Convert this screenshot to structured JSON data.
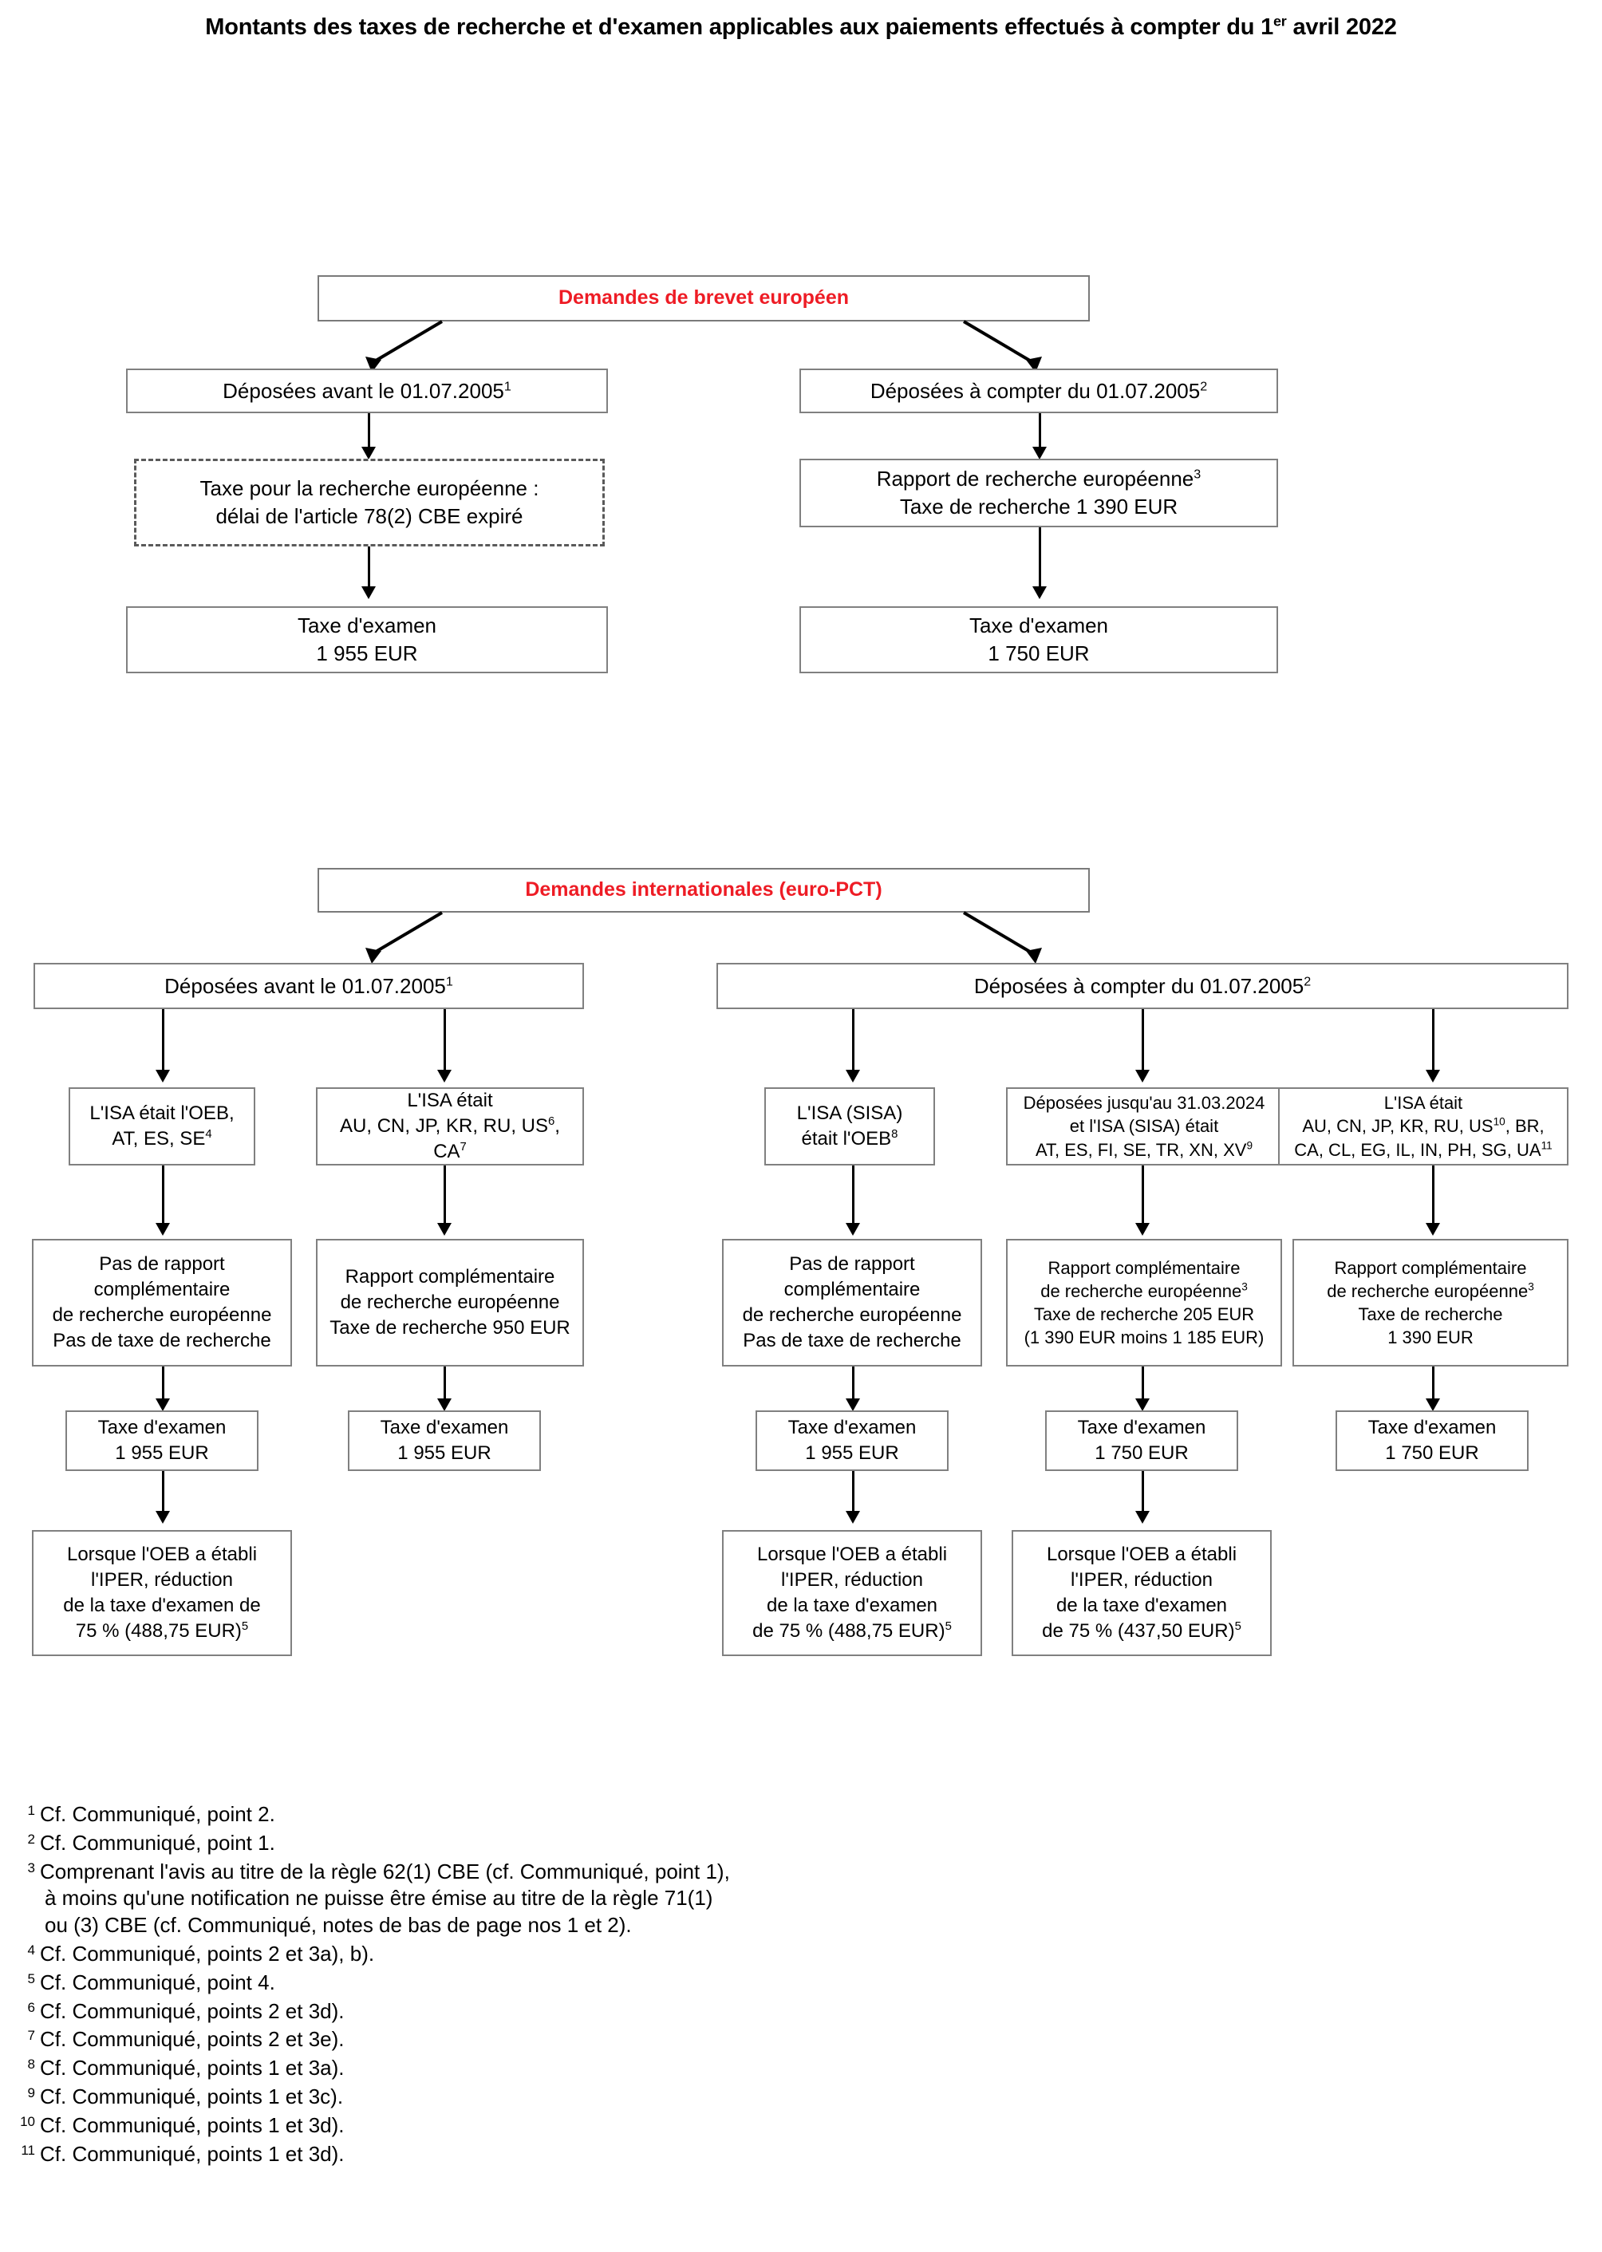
{
  "title": "Montants des taxes de recherche et d'examen applicables aux paiements effectués à compter du 1er avril 2022",
  "colors": {
    "header_red": "#ee1c25",
    "box_border": "#808080",
    "arrow": "#000000"
  },
  "section_ep": {
    "header": "Demandes de brevet européen",
    "left": {
      "filing": "Déposées avant le 01.07.2005",
      "filing_note": "1",
      "search": "Taxe pour la recherche européenne :\ndélai de l'article 78(2) CBE expiré",
      "search_line1": "Taxe pour la recherche européenne :",
      "search_line2": "délai de l'article 78(2) CBE expiré",
      "exam_line1": "Taxe d'examen",
      "exam_line2": "1 955 EUR"
    },
    "right": {
      "filing": "Déposées à compter du 01.07.2005",
      "filing_note": "2",
      "search_line1": "Rapport de recherche européenne",
      "search_note": "3",
      "search_line2": "Taxe de recherche 1 390 EUR",
      "exam_line1": "Taxe d'examen",
      "exam_line2": "1 750 EUR"
    }
  },
  "section_pct": {
    "header": "Demandes internationales (euro-PCT)",
    "left": {
      "filing": "Déposées avant le 01.07.2005",
      "filing_note": "1",
      "branches": [
        {
          "isa_line1": "L'ISA était l'OEB,",
          "isa_line2": "AT, ES, SE",
          "isa_note": "4",
          "report_lines": [
            "Pas de rapport",
            "complémentaire",
            "de recherche européenne",
            "Pas de taxe de recherche"
          ],
          "exam_line1": "Taxe d'examen",
          "exam_line2": "1 955 EUR",
          "iper_lines": [
            "Lorsque l'OEB a établi",
            "l'IPER, réduction",
            "de la taxe d'examen de",
            "75 % (488,75 EUR)"
          ],
          "iper_note": "5"
        },
        {
          "isa_line1": "L'ISA était",
          "isa_line2": "AU, CN, JP, KR, RU, US",
          "isa_note": "6",
          "isa_line2_tail": ",",
          "isa_line3": "CA",
          "isa_note3": "7",
          "report_lines": [
            "Rapport complémentaire",
            "de recherche européenne",
            "Taxe de recherche 950 EUR"
          ],
          "exam_line1": "Taxe d'examen",
          "exam_line2": "1 955 EUR",
          "iper_lines": [],
          "iper_note": ""
        }
      ]
    },
    "right": {
      "filing": "Déposées à compter du 01.07.2005",
      "filing_note": "2",
      "branches": [
        {
          "isa_line1": "L'ISA (SISA)",
          "isa_line2": "était l'OEB",
          "isa_note": "8",
          "report_lines": [
            "Pas de rapport",
            "complémentaire",
            "de recherche européenne",
            "Pas de taxe de recherche"
          ],
          "exam_line1": "Taxe d'examen",
          "exam_line2": "1 955 EUR",
          "iper_lines": [
            "Lorsque l'OEB a établi",
            "l'IPER, réduction",
            "de la taxe d'examen",
            "de 75 % (488,75 EUR)"
          ],
          "iper_note": "5"
        },
        {
          "isa_line1": "Déposées jusqu'au 31.03.2024",
          "isa_line2": "et l'ISA (SISA) était",
          "isa_line3": "AT, ES, FI, SE, TR, XN, XV",
          "isa_note3": "9",
          "report_line1": "Rapport complémentaire",
          "report_line2": "de recherche européenne",
          "report_note": "3",
          "report_line3": "Taxe de recherche 205 EUR",
          "report_line4": "(1 390 EUR moins  1 185 EUR)",
          "exam_line1": "Taxe d'examen",
          "exam_line2": "1 750 EUR",
          "iper_lines": [
            "Lorsque l'OEB a établi",
            "l'IPER, réduction",
            "de la taxe d'examen",
            "de 75 % (437,50 EUR)"
          ],
          "iper_note": "5"
        },
        {
          "isa_line1": "L'ISA était",
          "isa_line2": "AU, CN, JP, KR, RU, US",
          "isa_note2": "10",
          "isa_line2_tail": ", BR,",
          "isa_line3": "CA, CL, EG, IL, IN, PH, SG, UA",
          "isa_note3": "11",
          "report_line1": "Rapport complémentaire",
          "report_line2": "de recherche européenne",
          "report_note": "3",
          "report_line3": "Taxe de recherche",
          "report_line4": "1 390 EUR",
          "exam_line1": "Taxe d'examen",
          "exam_line2": "1 750 EUR",
          "iper_lines": [],
          "iper_note": ""
        }
      ]
    }
  },
  "footnotes": [
    {
      "num": "1",
      "lines": [
        "Cf. Communiqué, point 2."
      ]
    },
    {
      "num": "2",
      "lines": [
        "Cf. Communiqué, point 1."
      ]
    },
    {
      "num": "3",
      "lines": [
        "Comprenant l'avis au titre de la règle 62(1) CBE (cf. Communiqué, point 1),",
        "à moins qu'une notification ne puisse être émise au titre de la règle 71(1)",
        "ou (3) CBE (cf. Communiqué, notes de bas de page nos 1 et 2)."
      ]
    },
    {
      "num": "4",
      "lines": [
        "Cf. Communiqué, points 2 et 3a), b)."
      ]
    },
    {
      "num": "5",
      "lines": [
        "Cf. Communiqué, point 4."
      ]
    },
    {
      "num": "6",
      "lines": [
        "Cf. Communiqué, points 2 et 3d)."
      ]
    },
    {
      "num": "7",
      "lines": [
        "Cf. Communiqué, points 2 et 3e)."
      ]
    },
    {
      "num": "8",
      "lines": [
        "Cf. Communiqué, points 1 et 3a)."
      ]
    },
    {
      "num": "9",
      "lines": [
        "Cf. Communiqué, points 1 et 3c)."
      ]
    },
    {
      "num": "10",
      "lines": [
        "Cf. Communiqué, points 1 et 3d)."
      ]
    },
    {
      "num": "11",
      "lines": [
        "Cf. Communiqué, points 1 et 3d)."
      ]
    }
  ]
}
